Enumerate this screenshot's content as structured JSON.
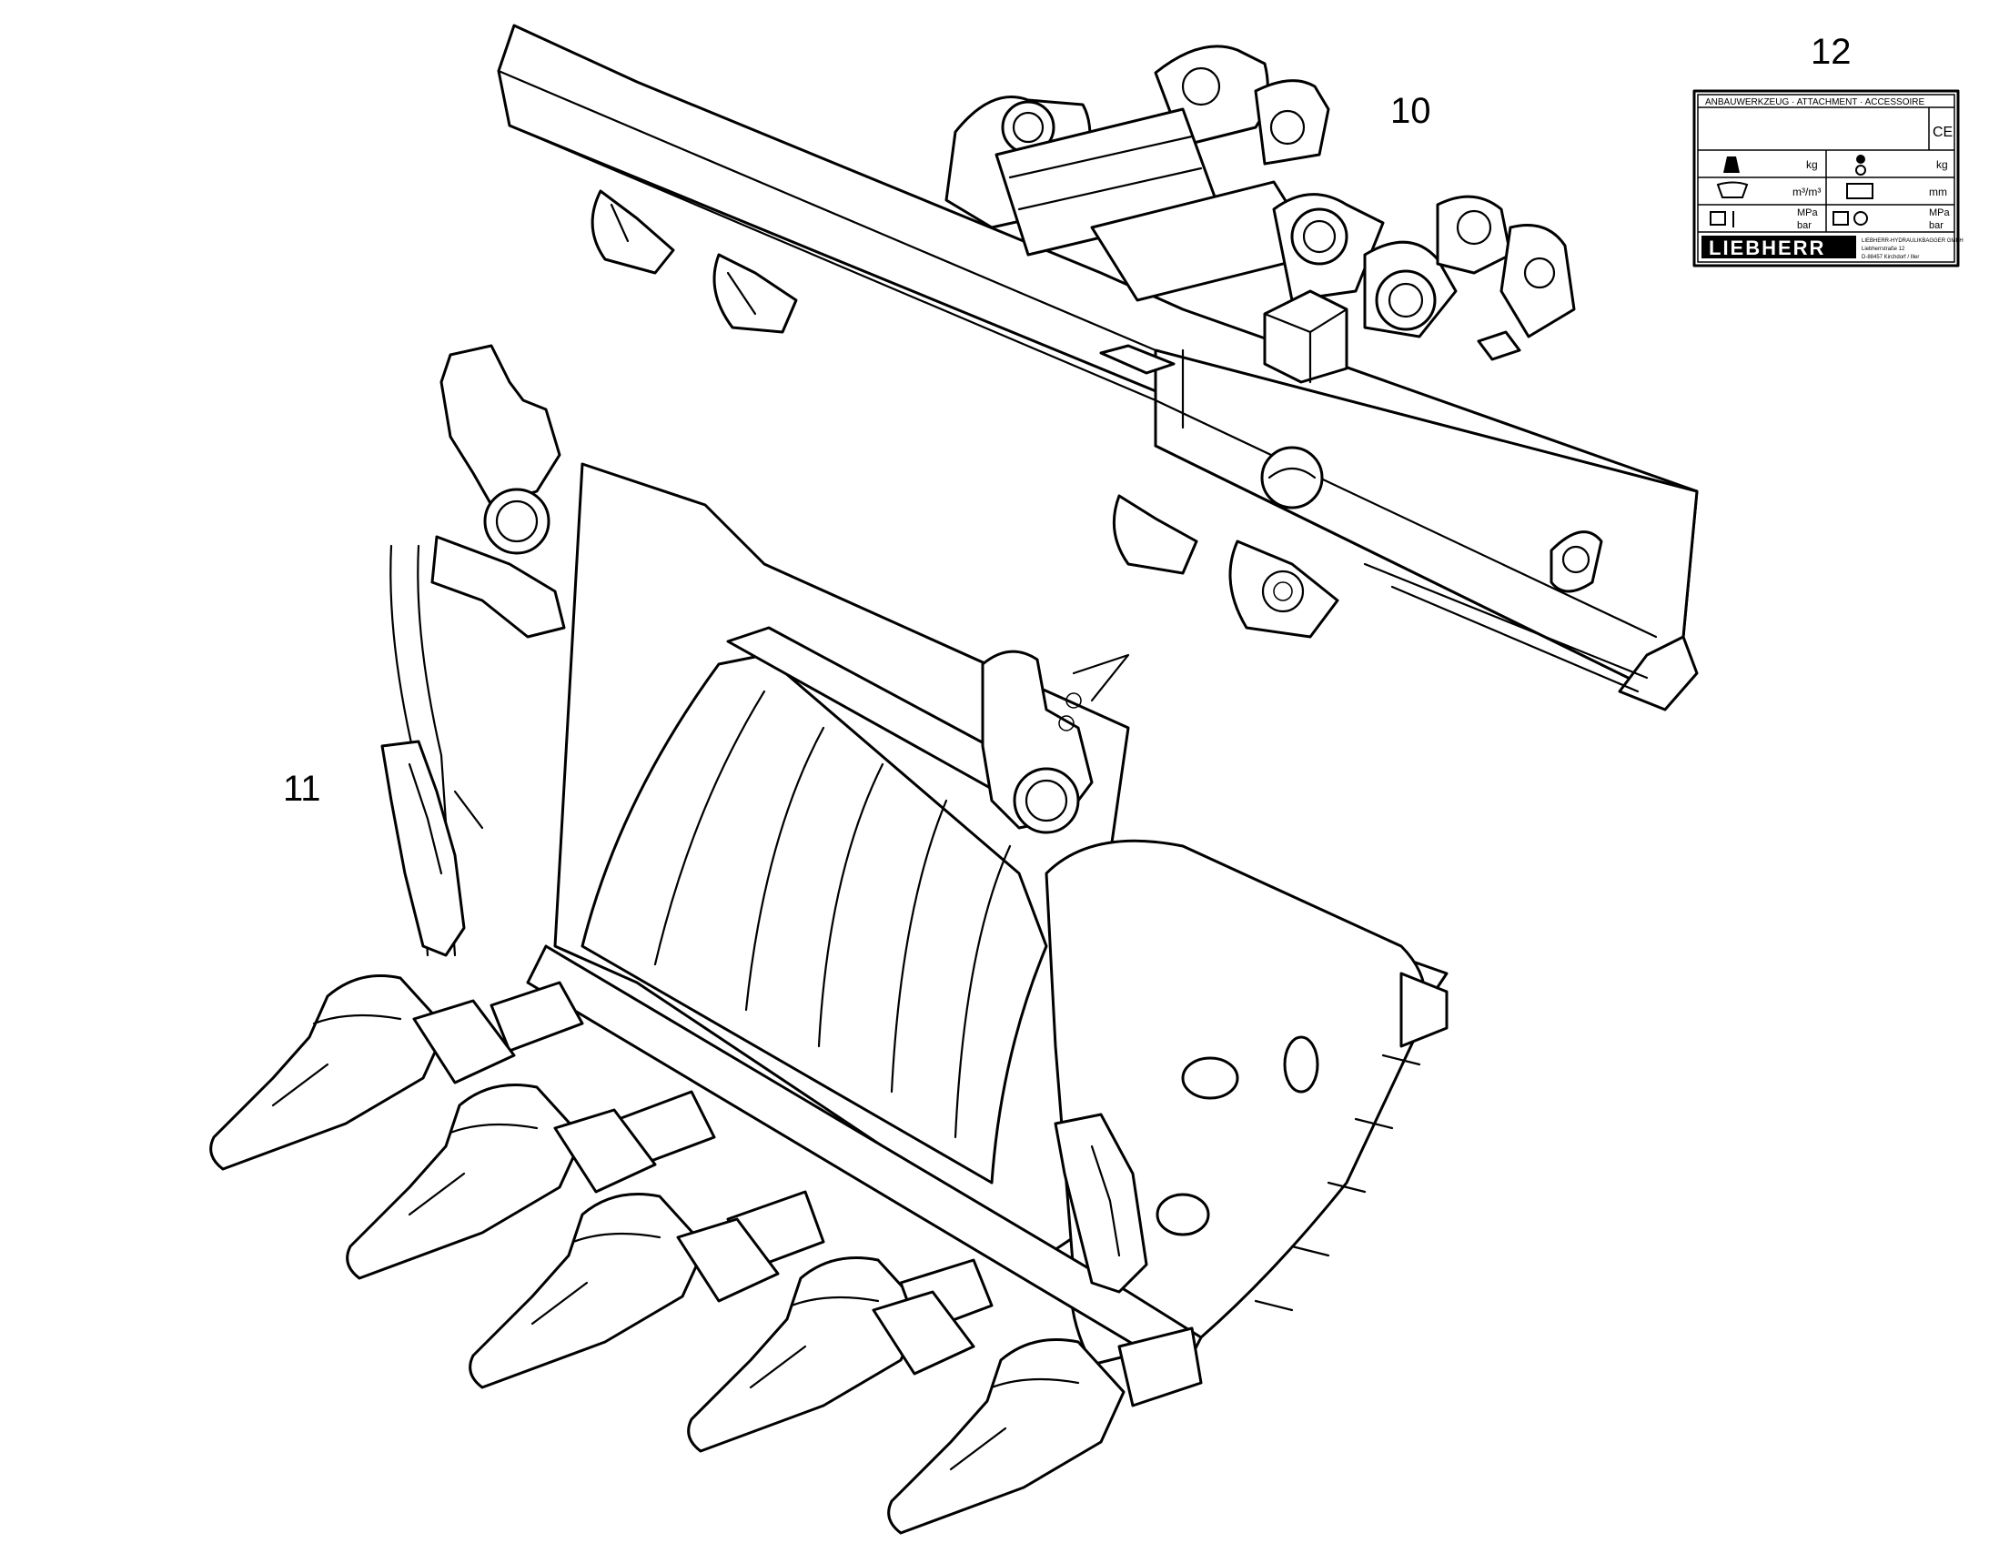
{
  "callouts": {
    "frame": "10",
    "bucket": "11",
    "plate": "12"
  },
  "type_plate": {
    "header": "ANBAUWERKZEUG · ATTACHMENT · ACCESSOIRE",
    "ce_mark": "CE",
    "weight_unit_left": "kg",
    "weight_unit_right": "kg",
    "capacity_unit": "m³/m³",
    "width_unit": "mm",
    "pressure_unit_left_top": "MPa",
    "pressure_unit_left_bottom": "bar",
    "pressure_unit_right_top": "MPa",
    "pressure_unit_right_bottom": "bar",
    "brand": "LIEBHERR",
    "maker_line_1": "LIEBHERR-HYDRAULIKBAGGER GMBH",
    "maker_line_2": "Liebherrstraße 12",
    "maker_line_3": "D-88457 Kirchdorf / Iller"
  },
  "icons": [
    "weight-icon",
    "hook-icon",
    "bucket-volume-icon",
    "width-icon",
    "pressure-icon",
    "flow-icon"
  ]
}
